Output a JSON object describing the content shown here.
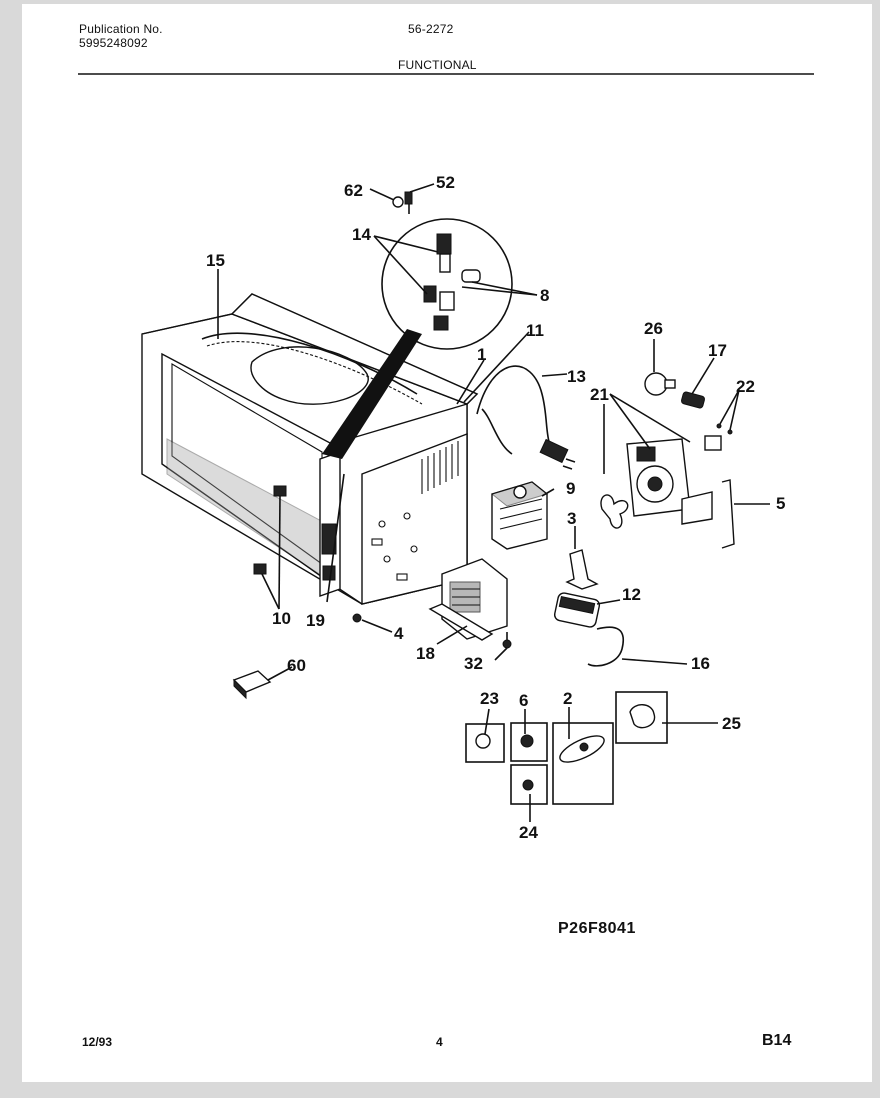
{
  "header": {
    "publication_label": "Publication No.",
    "publication_number": "5995248092",
    "model": "56-2272",
    "section": "FUNCTIONAL"
  },
  "callouts": [
    {
      "id": "c62",
      "text": "62"
    },
    {
      "id": "c52",
      "text": "52"
    },
    {
      "id": "c14",
      "text": "14"
    },
    {
      "id": "c15",
      "text": "15"
    },
    {
      "id": "c8",
      "text": "8"
    },
    {
      "id": "c11",
      "text": "11"
    },
    {
      "id": "c1",
      "text": "1"
    },
    {
      "id": "c13",
      "text": "13"
    },
    {
      "id": "c26",
      "text": "26"
    },
    {
      "id": "c17",
      "text": "17"
    },
    {
      "id": "c21",
      "text": "21"
    },
    {
      "id": "c22",
      "text": "22"
    },
    {
      "id": "c9",
      "text": "9"
    },
    {
      "id": "c3",
      "text": "3"
    },
    {
      "id": "c5",
      "text": "5"
    },
    {
      "id": "c12",
      "text": "12"
    },
    {
      "id": "c16",
      "text": "16"
    },
    {
      "id": "c10",
      "text": "10"
    },
    {
      "id": "c19",
      "text": "19"
    },
    {
      "id": "c4",
      "text": "4"
    },
    {
      "id": "c18",
      "text": "18"
    },
    {
      "id": "c32",
      "text": "32"
    },
    {
      "id": "c60",
      "text": "60"
    },
    {
      "id": "c23",
      "text": "23"
    },
    {
      "id": "c6",
      "text": "6"
    },
    {
      "id": "c2",
      "text": "2"
    },
    {
      "id": "c25",
      "text": "25"
    },
    {
      "id": "c24",
      "text": "24"
    }
  ],
  "diagram_code": "P26F8041",
  "footer": {
    "date": "12/93",
    "page": "4",
    "sheet": "B14"
  }
}
